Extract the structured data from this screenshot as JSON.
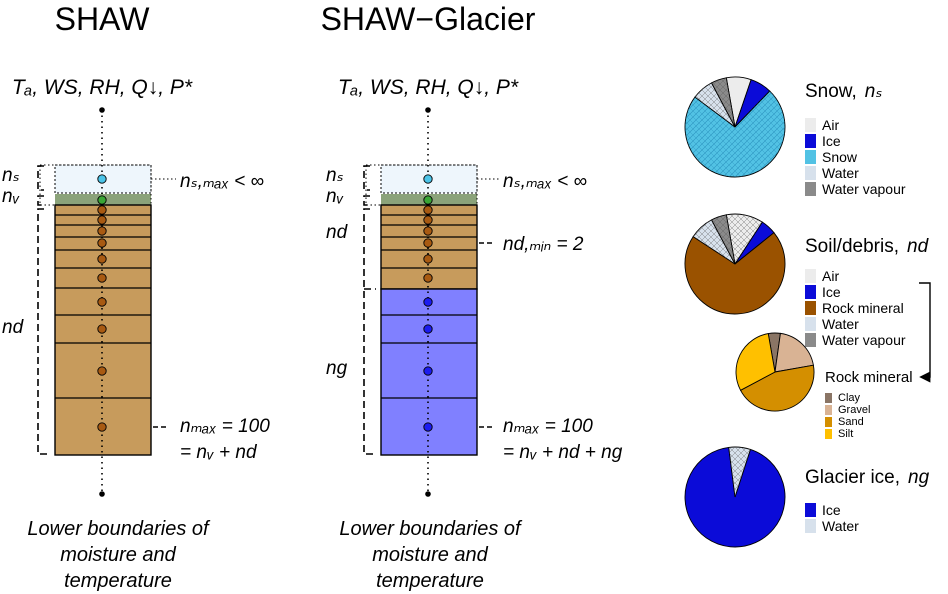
{
  "colors": {
    "soil": "#c79b5c",
    "glacier": "#8080ff",
    "snow_layer": "#eef6fc",
    "veg_layer": "#8ba37a",
    "node_snow": "#4cc4e8",
    "node_veg": "#3aa636",
    "node_soil": "#a85a12",
    "node_glacier": "#1c1cf0",
    "air": "#ececec",
    "ice": "#0b0bd8",
    "snow": "#52c2e4",
    "water": "#d7e1ec",
    "water_vapour": "#8a8a8a",
    "rock_mineral": "#9a5200",
    "clay": "#8a7565",
    "gravel": "#d9b394",
    "sand": "#d48f00",
    "silt": "#ffc000"
  },
  "shaw": {
    "title": "SHAW",
    "forcing": "Tₐ, WS, RH, Q↓, P*",
    "label_ns": "nₛ",
    "label_nv": "nᵥ",
    "label_nd": "nd",
    "snow_eq": "nₛ,ₘₐₓ < ∞",
    "max_eq_line1": "nₘₐₓ = 100",
    "max_eq_line2": "= nᵥ + nd",
    "caption": [
      "Lower boundaries of",
      "moisture and",
      "temperature"
    ]
  },
  "glacier": {
    "title": "SHAW−Glacier",
    "forcing": "Tₐ, WS, RH, Q↓, P*",
    "label_ns": "nₛ",
    "label_nv": "nᵥ",
    "label_nd": "nd",
    "label_ng": "ng",
    "snow_eq": "nₛ,ₘₐₓ < ∞",
    "dmin_eq": "nd,ₘᵢₙ = 2",
    "max_eq_line1": "nₘₐₓ = 100",
    "max_eq_line2": "= nᵥ + nd + ng",
    "caption": [
      "Lower boundaries of",
      "moisture and",
      "temperature"
    ]
  },
  "pies": {
    "snow": {
      "title": "Snow,",
      "symbol": "nₛ",
      "slices": [
        {
          "label": "Air",
          "value": 8,
          "color_key": "air",
          "hatch": false
        },
        {
          "label": "Ice",
          "value": 7,
          "color_key": "ice",
          "hatch": false
        },
        {
          "label": "Snow",
          "value": 73,
          "color_key": "snow",
          "hatch": true
        },
        {
          "label": "Water",
          "value": 7,
          "color_key": "water",
          "hatch": true
        },
        {
          "label": "Water vapour",
          "value": 5,
          "color_key": "water_vapour",
          "hatch": true
        }
      ]
    },
    "soil": {
      "title": "Soil/debris,",
      "symbol": "nd",
      "slices": [
        {
          "label": "Air",
          "value": 12,
          "color_key": "air",
          "hatch": true
        },
        {
          "label": "Ice",
          "value": 5,
          "color_key": "ice",
          "hatch": false
        },
        {
          "label": "Rock mineral",
          "value": 70,
          "color_key": "rock_mineral",
          "hatch": false
        },
        {
          "label": "Water",
          "value": 8,
          "color_key": "water",
          "hatch": true
        },
        {
          "label": "Water vapour",
          "value": 5,
          "color_key": "water_vapour",
          "hatch": true
        }
      ]
    },
    "rock": {
      "title": "Rock mineral",
      "slices": [
        {
          "label": "Clay",
          "value": 5,
          "color_key": "clay"
        },
        {
          "label": "Gravel",
          "value": 20,
          "color_key": "gravel"
        },
        {
          "label": "Sand",
          "value": 45,
          "color_key": "sand"
        },
        {
          "label": "Silt",
          "value": 30,
          "color_key": "silt"
        }
      ]
    },
    "glacier_ice": {
      "title": "Glacier ice,",
      "symbol": "ng",
      "slices": [
        {
          "label": "Ice",
          "value": 93,
          "color_key": "ice",
          "hatch": false
        },
        {
          "label": "Water",
          "value": 7,
          "color_key": "water",
          "hatch": true
        }
      ]
    }
  }
}
